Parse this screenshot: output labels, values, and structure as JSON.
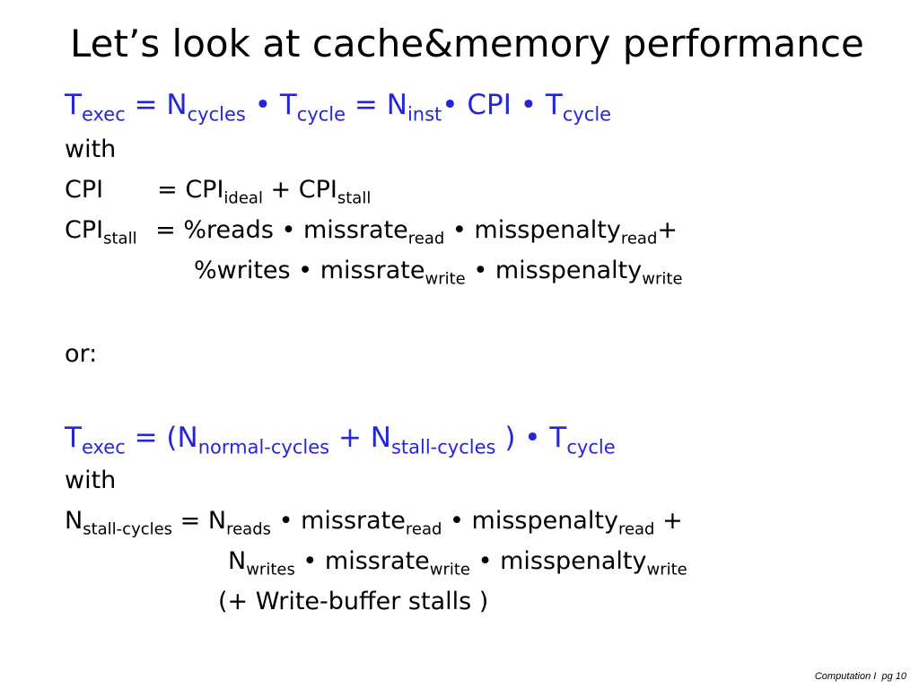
{
  "title": "Let’s look at cache&memory performance",
  "eq1": {
    "t": "T",
    "t_sub": "exec",
    "eq": " = N",
    "n_sub": "cycles",
    "mid": " • T",
    "tc_sub": "cycle",
    "eq2": " = N",
    "ni_sub": "inst",
    "tail": "• CPI • T",
    "tc2_sub": "cycle"
  },
  "with1": "with",
  "cpi_line": {
    "lhs": "CPI",
    "eq": "= CPI",
    "ideal_sub": "ideal",
    "plus": " + CPI",
    "stall_sub": "stall"
  },
  "cpistall_line": {
    "lhs": "CPI",
    "lhs_sub": "stall",
    "rhs": " = %reads • missrate",
    "rr_sub": "read",
    "mp": " • misspenalty",
    "mp_sub": "read",
    "plus": "+"
  },
  "writes_line": {
    "text": "%writes • missrate",
    "mw_sub": "write",
    "mp": " • misspenalty",
    "mp_sub": "write"
  },
  "or": "or:",
  "eq2": {
    "t": "T",
    "t_sub": "exec",
    "open": " = (N",
    "nc_sub": "normal-cycles",
    "plus": " + N",
    "ns_sub": "stall-cycles",
    "close": " ) • T",
    "tc_sub": "cycle"
  },
  "with2": "with",
  "nstall_line": {
    "n": "N",
    "n_sub": "stall-cycles",
    "eq": " = N",
    "r_sub": "reads",
    "mr": " • missrate",
    "mr_sub": "read",
    "mp": " • misspenalty",
    "mp_sub": "read",
    "plus": " +"
  },
  "nwrites_line": {
    "n": "N",
    "n_sub": "writes",
    "mr": " • missrate",
    "mr_sub": "write",
    "mp": " • misspenalty",
    "mp_sub": "write"
  },
  "wb_line": "(+ Write-buffer stalls )",
  "footer": {
    "course": "Computation I",
    "page": "pg 10"
  },
  "colors": {
    "formula_blue": "#2626d9",
    "text": "#000000",
    "background": "#ffffff"
  }
}
